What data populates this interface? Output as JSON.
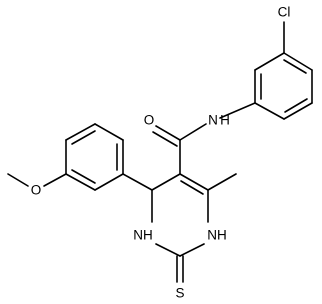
{
  "structure": {
    "atoms": {
      "cl": "Cl",
      "nh_amide": "N\nH",
      "o_carbonyl": "O",
      "o_methoxy": "O",
      "nh_ring_left": "NH",
      "nh_ring_right": "NH",
      "s_thione": "S"
    }
  },
  "colors": {
    "bond": "#000000",
    "background": "#ffffff"
  }
}
